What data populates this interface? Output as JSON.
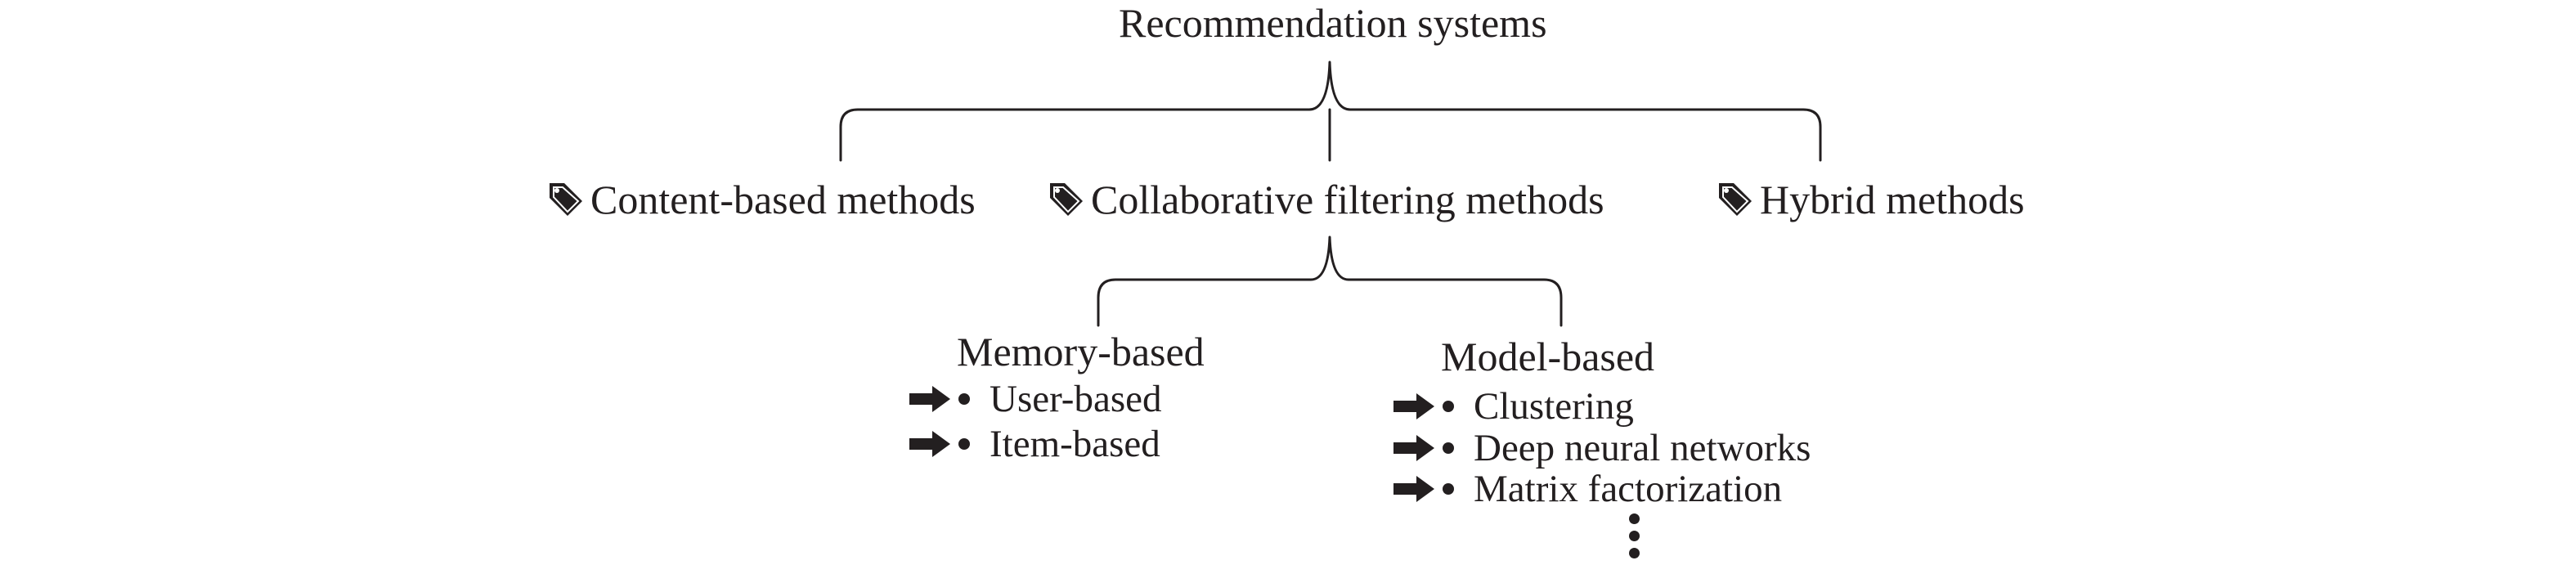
{
  "root": {
    "label": "Recommendation systems"
  },
  "categories": [
    {
      "label": "Content-based methods",
      "icon": "tag-icon"
    },
    {
      "label": "Collaborative filtering methods",
      "icon": "tag-icon"
    },
    {
      "label": "Hybrid methods",
      "icon": "tag-icon"
    }
  ],
  "collaborative": {
    "memory": {
      "label": "Memory-based",
      "items": [
        "User-based",
        "Item-based"
      ]
    },
    "model": {
      "label": "Model-based",
      "items": [
        "Clustering",
        "Deep neural networks",
        "Matrix factorization"
      ]
    },
    "continuation_icon": "vertical-ellipsis-icon"
  },
  "colors": {
    "ink": "#231f20",
    "background": "#ffffff"
  }
}
